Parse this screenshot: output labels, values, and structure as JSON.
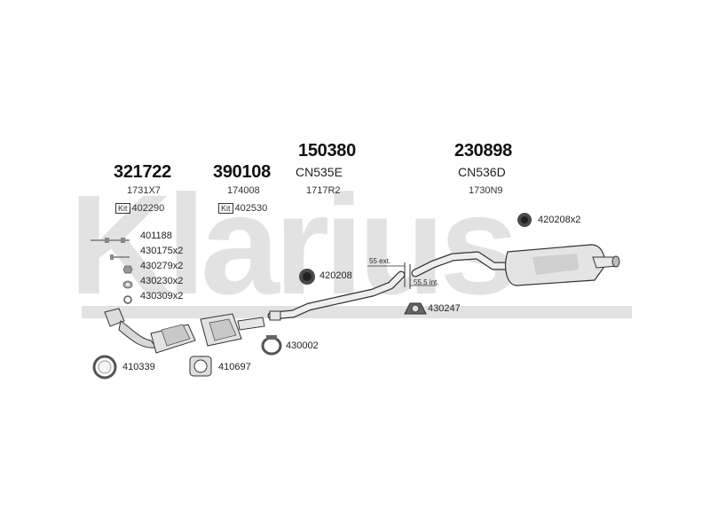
{
  "watermark": {
    "text": "Klarius",
    "color": "#e2e2e2"
  },
  "groups": [
    {
      "part": "321722",
      "ref": "1731X7",
      "kit_tag": "Kit",
      "kit_no": "402290"
    },
    {
      "part": "390108",
      "ref": "174008",
      "kit_tag": "Kit",
      "kit_no": "402530"
    },
    {
      "part": "150380",
      "code": "CN535E",
      "ref": "1717R2"
    },
    {
      "part": "230898",
      "code": "CN536D",
      "ref": "1730N9"
    }
  ],
  "hardware_list": [
    {
      "label": "401188",
      "icon": "bolt-nut-icon"
    },
    {
      "label": "430175x2",
      "icon": "bolt-icon"
    },
    {
      "label": "430279x2",
      "icon": "nut-icon"
    },
    {
      "label": "430230x2",
      "icon": "washer-icon"
    },
    {
      "label": "430309x2",
      "icon": "clamp-icon"
    }
  ],
  "callouts": {
    "hanger_top": "420208x2",
    "hanger_mid": "420208",
    "mount": "430247",
    "clamp": "430002",
    "gasket_round": "410339",
    "gasket_square": "410697"
  },
  "dimensions": {
    "ext": "55 ext.",
    "int": "55.5 int."
  },
  "colors": {
    "line": "#333333",
    "part_fill": "#e6e6e6",
    "part_shade": "#bdbdbd"
  }
}
